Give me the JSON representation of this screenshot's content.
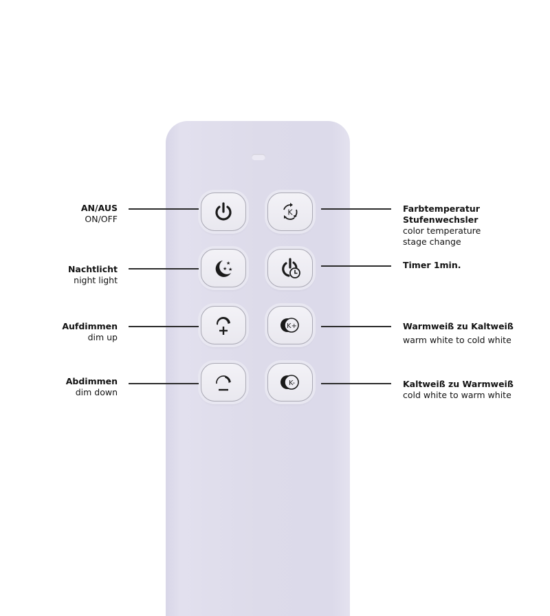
{
  "remote": {
    "body_color": "#dcdaea",
    "buttons": [
      {
        "id": "power",
        "icon": "power-icon",
        "row": 1,
        "col": "left"
      },
      {
        "id": "color-temp-cycle",
        "icon": "k-cycle-icon",
        "row": 1,
        "col": "right",
        "glyph": "K"
      },
      {
        "id": "night-light",
        "icon": "moon-stars-icon",
        "row": 2,
        "col": "left"
      },
      {
        "id": "timer",
        "icon": "power-timer-icon",
        "row": 2,
        "col": "right"
      },
      {
        "id": "dim-up",
        "icon": "dim-up-icon",
        "row": 3,
        "col": "left",
        "glyph": "+"
      },
      {
        "id": "warm-to-cold",
        "icon": "k-plus-icon",
        "row": 3,
        "col": "right",
        "glyph": "K+"
      },
      {
        "id": "dim-down",
        "icon": "dim-down-icon",
        "row": 4,
        "col": "left",
        "glyph": "–"
      },
      {
        "id": "cold-to-warm",
        "icon": "k-minus-icon",
        "row": 4,
        "col": "right",
        "glyph": "K-"
      }
    ]
  },
  "labels": {
    "power": {
      "de": "AN/AUS",
      "en": "ON/OFF"
    },
    "night_light": {
      "de": "Nachtlicht",
      "en": "night light"
    },
    "dim_up": {
      "de": "Aufdimmen",
      "en": "dim up"
    },
    "dim_down": {
      "de": "Abdimmen",
      "en": "dim down"
    },
    "color_temp": {
      "de1": "Farbtemperatur",
      "de2": "Stufenwechsler",
      "en1": "color temperature",
      "en2": "stage change"
    },
    "timer": {
      "de": "Timer 1min."
    },
    "warm_to_cold": {
      "de": "Warmweiß zu Kaltweiß",
      "en": "warm white to cold white"
    },
    "cold_to_warm": {
      "de": "Kaltweiß zu Warmweiß",
      "en": "cold white to warm white"
    }
  },
  "glyphs": {
    "k": "K",
    "k_plus": "K+",
    "k_minus": "K-"
  }
}
